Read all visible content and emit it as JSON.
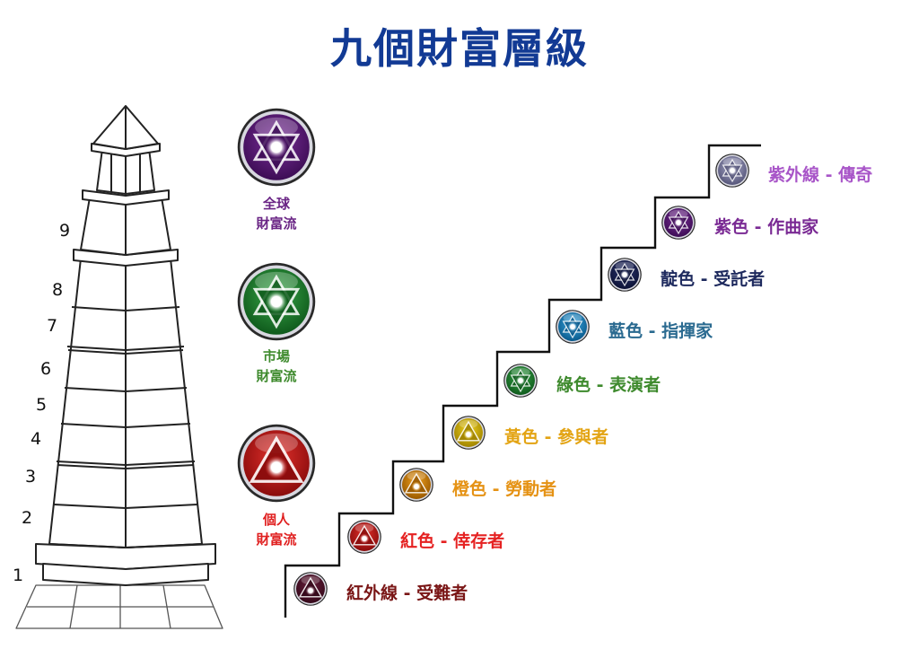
{
  "title": "九個財富層級",
  "tower": {
    "floor_numbers": [
      "1",
      "2",
      "3",
      "4",
      "5",
      "6",
      "7",
      "8",
      "9"
    ]
  },
  "flows": [
    {
      "line1": "全球",
      "line2": "財富流",
      "label_color": "#6a2585",
      "badge": "star-of-david-icon",
      "fill": "#7b2f9a",
      "dark": "#3d0d55",
      "symbol": "hexagram"
    },
    {
      "line1": "市場",
      "line2": "財富流",
      "label_color": "#3e8a2d",
      "badge": "star-of-david-icon",
      "fill": "#3aa84a",
      "dark": "#0f5a1c",
      "symbol": "hexagram"
    },
    {
      "line1": "個人",
      "line2": "財富流",
      "label_color": "#e02020",
      "badge": "triangle-icon",
      "fill": "#e2302c",
      "dark": "#8a0c0c",
      "symbol": "triangle"
    }
  ],
  "levels": [
    {
      "color_name": "紅外線",
      "role": "受難者",
      "text": "紅外線 - 受難者",
      "text_color": "#7a1616",
      "fill": "#6a1e3c",
      "dark": "#35091a",
      "symbol": "triangle"
    },
    {
      "color_name": "紅色",
      "role": "倖存者",
      "text": "紅色 - 倖存者",
      "text_color": "#e52222",
      "fill": "#e3302b",
      "dark": "#8a0c0c",
      "symbol": "triangle"
    },
    {
      "color_name": "橙色",
      "role": "勞動者",
      "text": "橙色 - 勞動者",
      "text_color": "#e59214",
      "fill": "#f0a020",
      "dark": "#9a5a00",
      "symbol": "triangle"
    },
    {
      "color_name": "黃色",
      "role": "參與者",
      "text": "黃色 - 參與者",
      "text_color": "#e3a414",
      "fill": "#f0d21e",
      "dark": "#a08400",
      "symbol": "triangle"
    },
    {
      "color_name": "綠色",
      "role": "表演者",
      "text": "綠色 - 表演者",
      "text_color": "#3e8a2d",
      "fill": "#3aa84a",
      "dark": "#0f5a1c",
      "symbol": "hexagram"
    },
    {
      "color_name": "藍色",
      "role": "指揮家",
      "text": "藍色 - 指揮家",
      "text_color": "#2a6a90",
      "fill": "#3aa8e2",
      "dark": "#0a5a8c",
      "symbol": "hexagram"
    },
    {
      "color_name": "靛色",
      "role": "受託者",
      "text": "靛色 - 受託者",
      "text_color": "#1e2a5e",
      "fill": "#2c3570",
      "dark": "#0c1236",
      "symbol": "hexagram"
    },
    {
      "color_name": "紫色",
      "role": "作曲家",
      "text": "紫色 - 作曲家",
      "text_color": "#7a2a94",
      "fill": "#7b2f9a",
      "dark": "#3d0d55",
      "symbol": "hexagram"
    },
    {
      "color_name": "紫外線",
      "role": "傳奇",
      "text": "紫外線 - 傳奇",
      "text_color": "#a855c8",
      "fill": "#a9a9c8",
      "dark": "#56567a",
      "symbol": "hexagram"
    }
  ]
}
